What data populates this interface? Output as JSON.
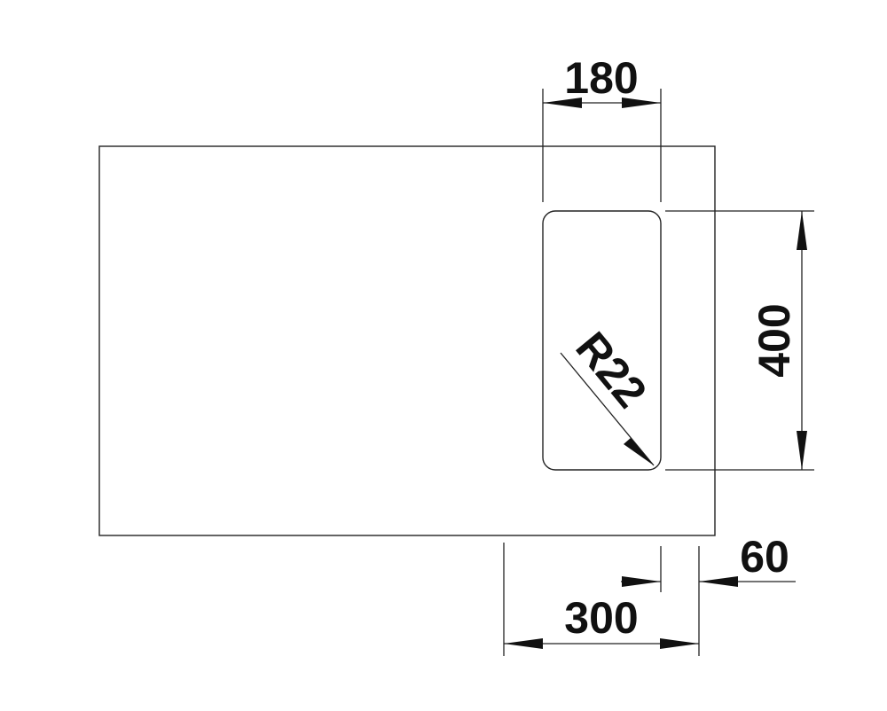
{
  "drawing": {
    "dimensions": {
      "bowl_width": "180",
      "bowl_length": "400",
      "corner_radius": "R22",
      "offset_from_edge": "60",
      "overall_cabinet": "300"
    },
    "colors": {
      "line": "#222222",
      "text": "#111111",
      "background": "#ffffff"
    }
  }
}
